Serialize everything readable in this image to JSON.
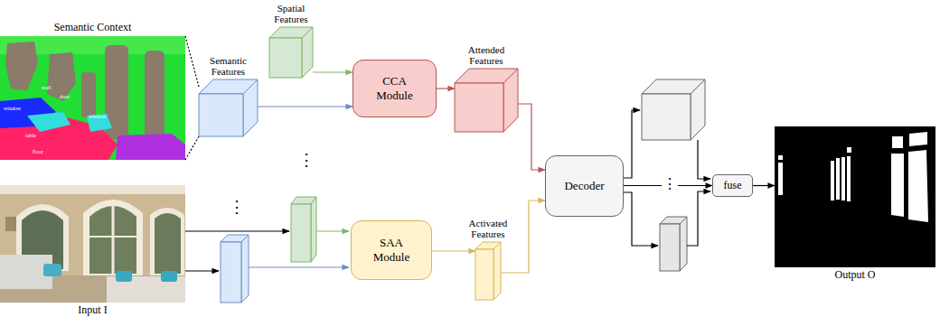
{
  "diagram": {
    "nodes": [
      {
        "text": [
          "Semantic Context"
        ]
      },
      {
        "text": [
          "Semantic Features"
        ]
      },
      {
        "text": [
          "Spatial Features"
        ]
      },
      {
        "text": [
          "CCA Module"
        ]
      },
      {
        "text": [
          "Attended Features"
        ]
      },
      {
        "text": [
          "Input I"
        ]
      },
      {
        "text": [
          "SAA Module"
        ]
      },
      {
        "text": [
          "Activated Features"
        ]
      },
      {
        "text": [
          "Decoder"
        ]
      },
      {
        "text": [
          "fuse"
        ]
      },
      {
        "text": [
          "Output O"
        ]
      }
    ],
    "edges": [
      {
        "from": 0,
        "to": 1,
        "arrow": "none"
      },
      {
        "from": 2,
        "to": 3,
        "arrow": "to"
      },
      {
        "from": 1,
        "to": 3,
        "arrow": "to"
      },
      {
        "from": 3,
        "to": 4,
        "arrow": "to"
      },
      {
        "from": 4,
        "to": 8,
        "arrow": "to"
      },
      {
        "from": 6,
        "to": 7,
        "arrow": "to"
      },
      {
        "from": 7,
        "to": 8,
        "arrow": "to"
      },
      {
        "from": 8,
        "to": 9,
        "arrow": "to"
      },
      {
        "from": 9,
        "to": 10,
        "arrow": "to"
      }
    ],
    "labels": [
      "wall",
      "door",
      "window",
      "window",
      "table",
      "floor",
      "⋮",
      "⋮",
      "⋮"
    ]
  }
}
